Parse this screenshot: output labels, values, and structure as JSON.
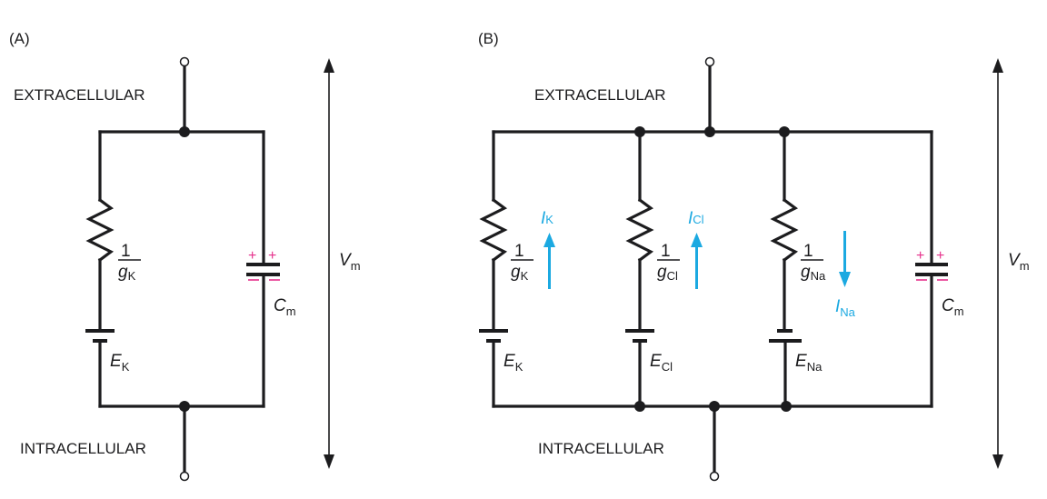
{
  "panels": {
    "a": {
      "label": "(A)",
      "extracellular": "EXTRACELLULAR",
      "intracellular": "INTRACELLULAR",
      "resistor": {
        "numerator": "1",
        "symbol": "g",
        "subscript": "K"
      },
      "battery": {
        "symbol": "E",
        "subscript": "K"
      },
      "capacitor": {
        "symbol": "C",
        "subscript": "m",
        "top_charge": "+",
        "bottom_charge": "−"
      },
      "voltage": {
        "symbol": "V",
        "subscript": "m"
      }
    },
    "b": {
      "label": "(B)",
      "extracellular": "EXTRACELLULAR",
      "intracellular": "INTRACELLULAR",
      "branches": [
        {
          "resistor": {
            "numerator": "1",
            "symbol": "g",
            "subscript": "K"
          },
          "battery": {
            "symbol": "E",
            "subscript": "K",
            "polarity": "normal"
          },
          "current": {
            "symbol": "I",
            "subscript": "K",
            "direction": "up"
          }
        },
        {
          "resistor": {
            "numerator": "1",
            "symbol": "g",
            "subscript": "Cl"
          },
          "battery": {
            "symbol": "E",
            "subscript": "Cl",
            "polarity": "normal"
          },
          "current": {
            "symbol": "I",
            "subscript": "Cl",
            "direction": "up"
          }
        },
        {
          "resistor": {
            "numerator": "1",
            "symbol": "g",
            "subscript": "Na"
          },
          "battery": {
            "symbol": "E",
            "subscript": "Na",
            "polarity": "reversed"
          },
          "current": {
            "symbol": "I",
            "subscript": "Na",
            "direction": "down"
          }
        }
      ],
      "capacitor": {
        "symbol": "C",
        "subscript": "m",
        "top_charge": "+",
        "bottom_charge": "−"
      },
      "voltage": {
        "symbol": "V",
        "subscript": "m"
      }
    }
  },
  "colors": {
    "wire": "#1c1c1e",
    "current": "#1ba9e1",
    "charge": "#e6318c"
  }
}
